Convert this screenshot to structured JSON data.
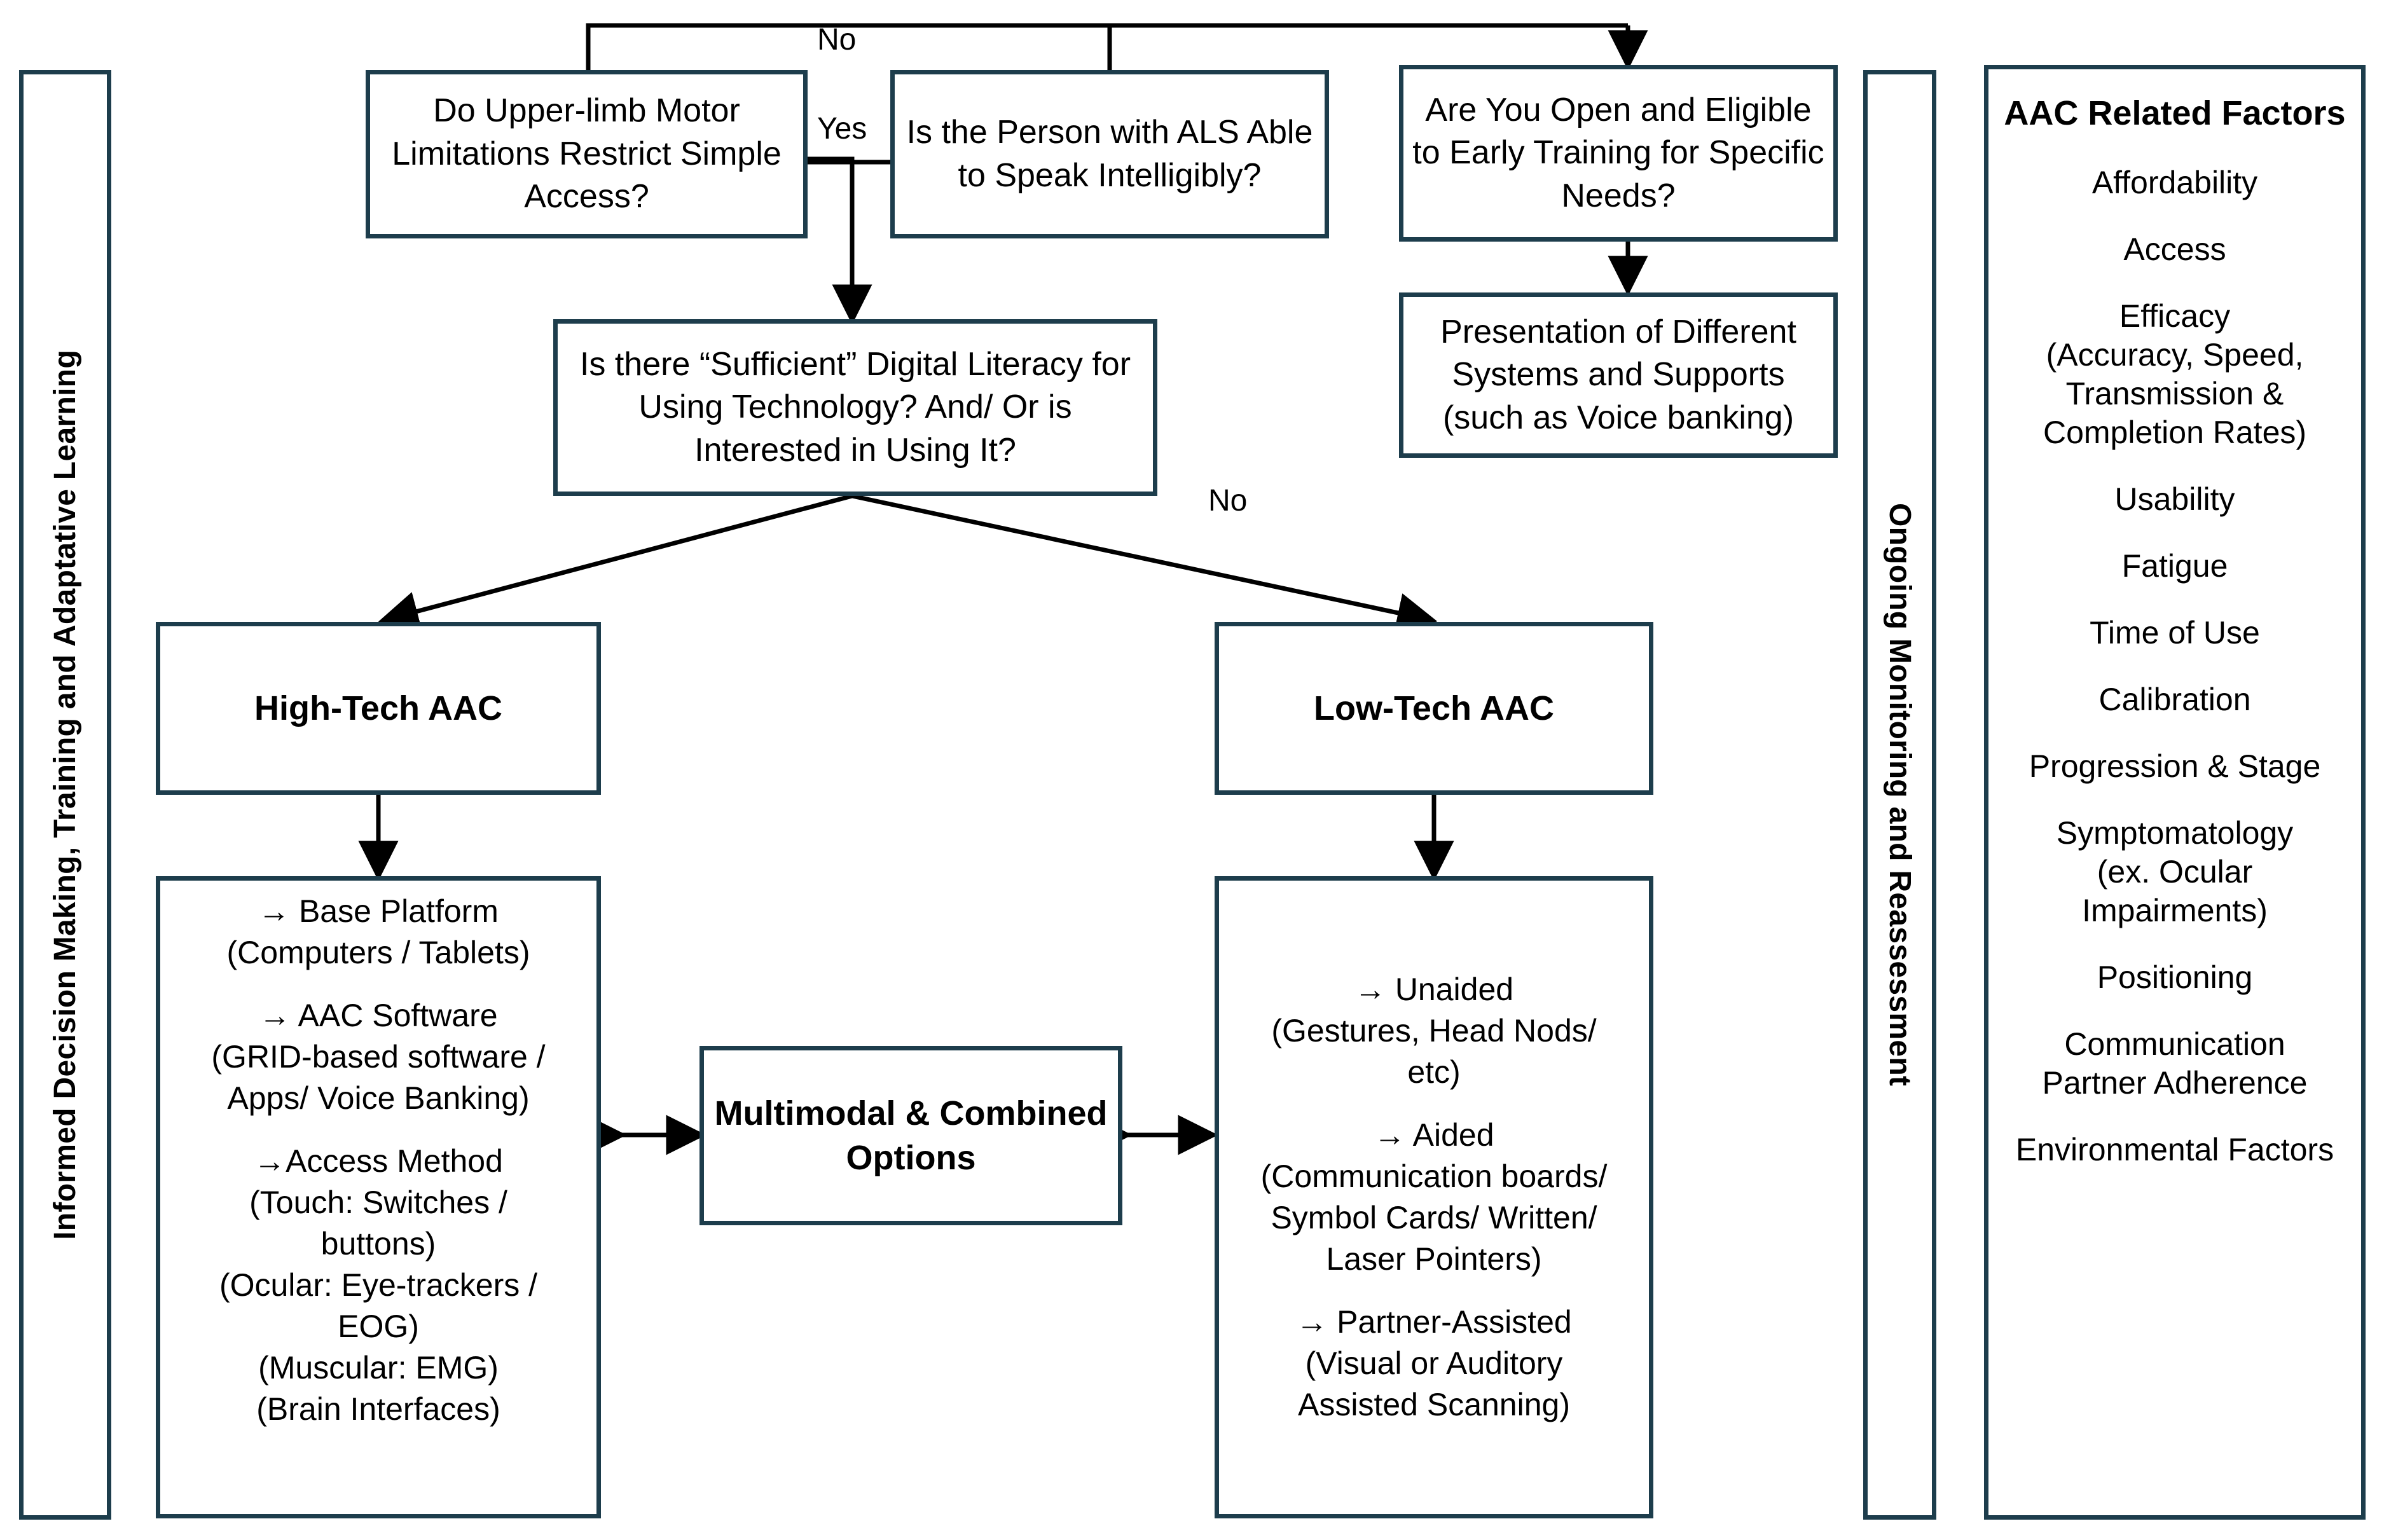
{
  "sidebars": {
    "left_label": "Informed Decision Making, Training and Adaptative Learning",
    "right_label": "Ongoing Monitoring and Reassessment"
  },
  "nodes": {
    "upper_limb": "Do Upper-limb Motor Limitations Restrict Simple Access?",
    "speak": "Is the Person with ALS Able to Speak Intelligibly?",
    "early_training": "Are You Open and Eligible to Early Training for Specific Needs?",
    "presentation": "Presentation of Different Systems and Supports (such as Voice banking)",
    "literacy": "Is there “Sufficient” Digital Literacy for Using Technology? And/ Or is Interested in Using It?",
    "high_tech": "High-Tech AAC",
    "low_tech": "Low-Tech AAC",
    "multimodal": "Multimodal & Combined Options"
  },
  "high_tech_detail": [
    "→ Base Platform",
    "(Computers / Tablets)",
    "",
    "→ AAC Software",
    "(GRID-based software /",
    "Apps/ Voice Banking)",
    "",
    "→Access Method",
    "(Touch: Switches /",
    "buttons)",
    "(Ocular: Eye-trackers /",
    "EOG)",
    "(Muscular: EMG)",
    "(Brain Interfaces)"
  ],
  "low_tech_detail": [
    "→  Unaided",
    "(Gestures, Head Nods/",
    "etc)",
    "",
    "→  Aided",
    "(Communication boards/",
    "Symbol Cards/ Written/",
    "Laser Pointers)",
    "",
    "→ Partner-Assisted",
    "(Visual or Auditory",
    "Assisted Scanning)"
  ],
  "edge_labels": {
    "no_top": "No",
    "yes_left": "Yes",
    "no_branch": "No"
  },
  "factors": {
    "title": "AAC Related Factors",
    "items": [
      "Affordability",
      "Access",
      "Efficacy\n(Accuracy, Speed,\nTransmission &\nCompletion Rates)",
      "Usability",
      "Fatigue",
      "Time of Use",
      "Calibration",
      "Progression &  Stage",
      "Symptomatology\n(ex. Ocular\nImpairments)",
      "Positioning",
      "Communication\nPartner Adherence",
      "Environmental Factors"
    ]
  },
  "colors": {
    "border": "#1d3d4c",
    "connector": "#000000",
    "background": "#ffffff"
  }
}
